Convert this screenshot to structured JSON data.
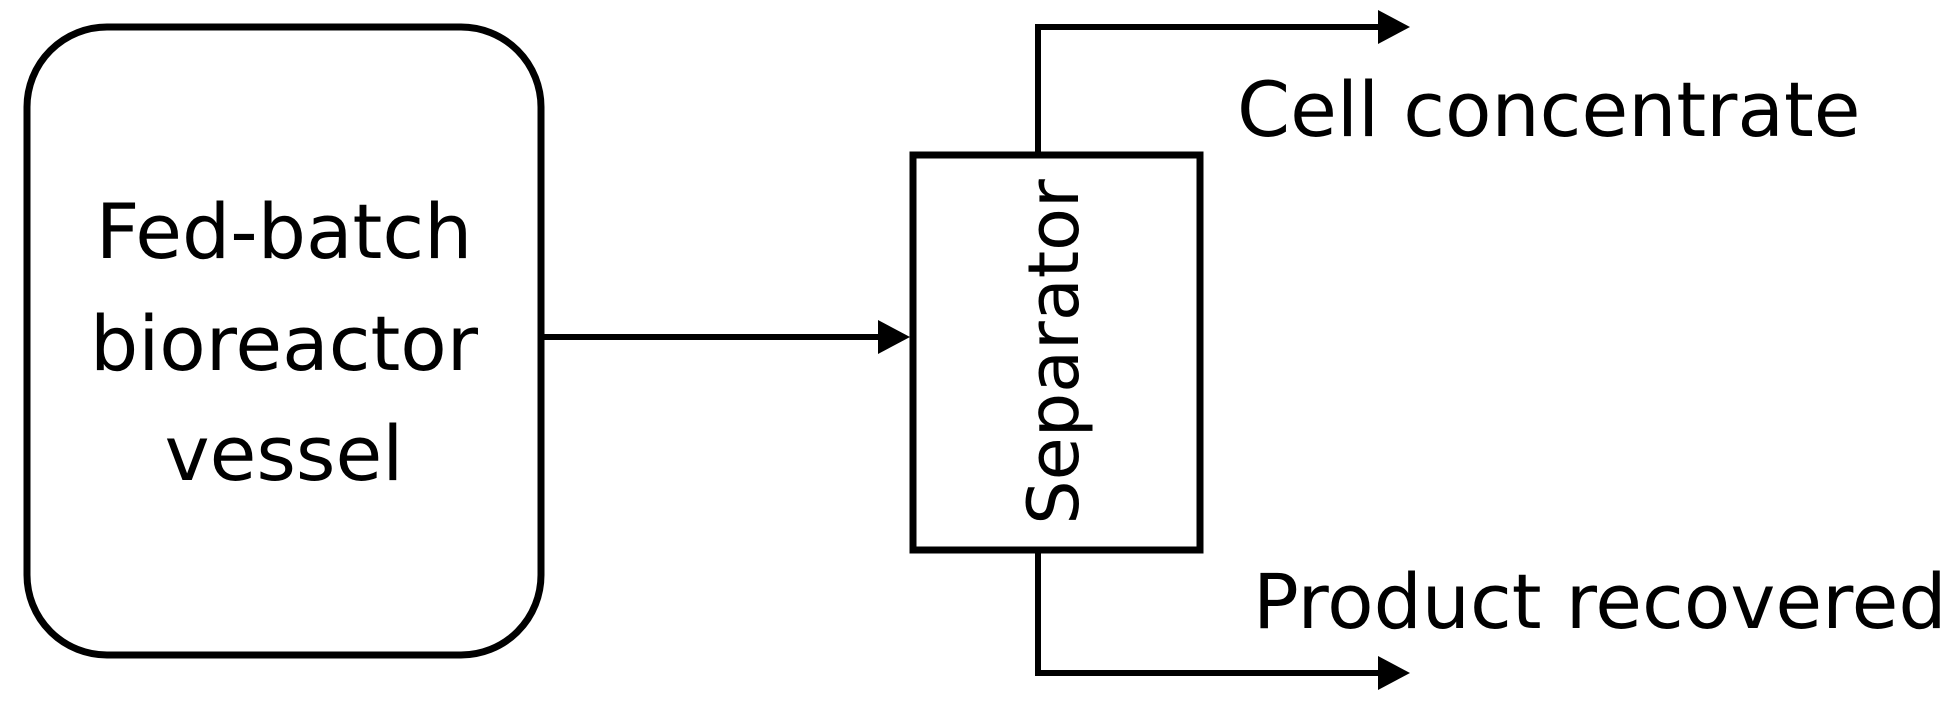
{
  "vessel": {
    "lines": [
      "Fed-batch",
      "bioreactor",
      "vessel"
    ]
  },
  "separator": {
    "label": "Separator"
  },
  "outputs": {
    "top": "Cell concentrate",
    "bottom": "Product recovered"
  },
  "colors": {
    "stroke": "#000000",
    "background": "#ffffff"
  }
}
